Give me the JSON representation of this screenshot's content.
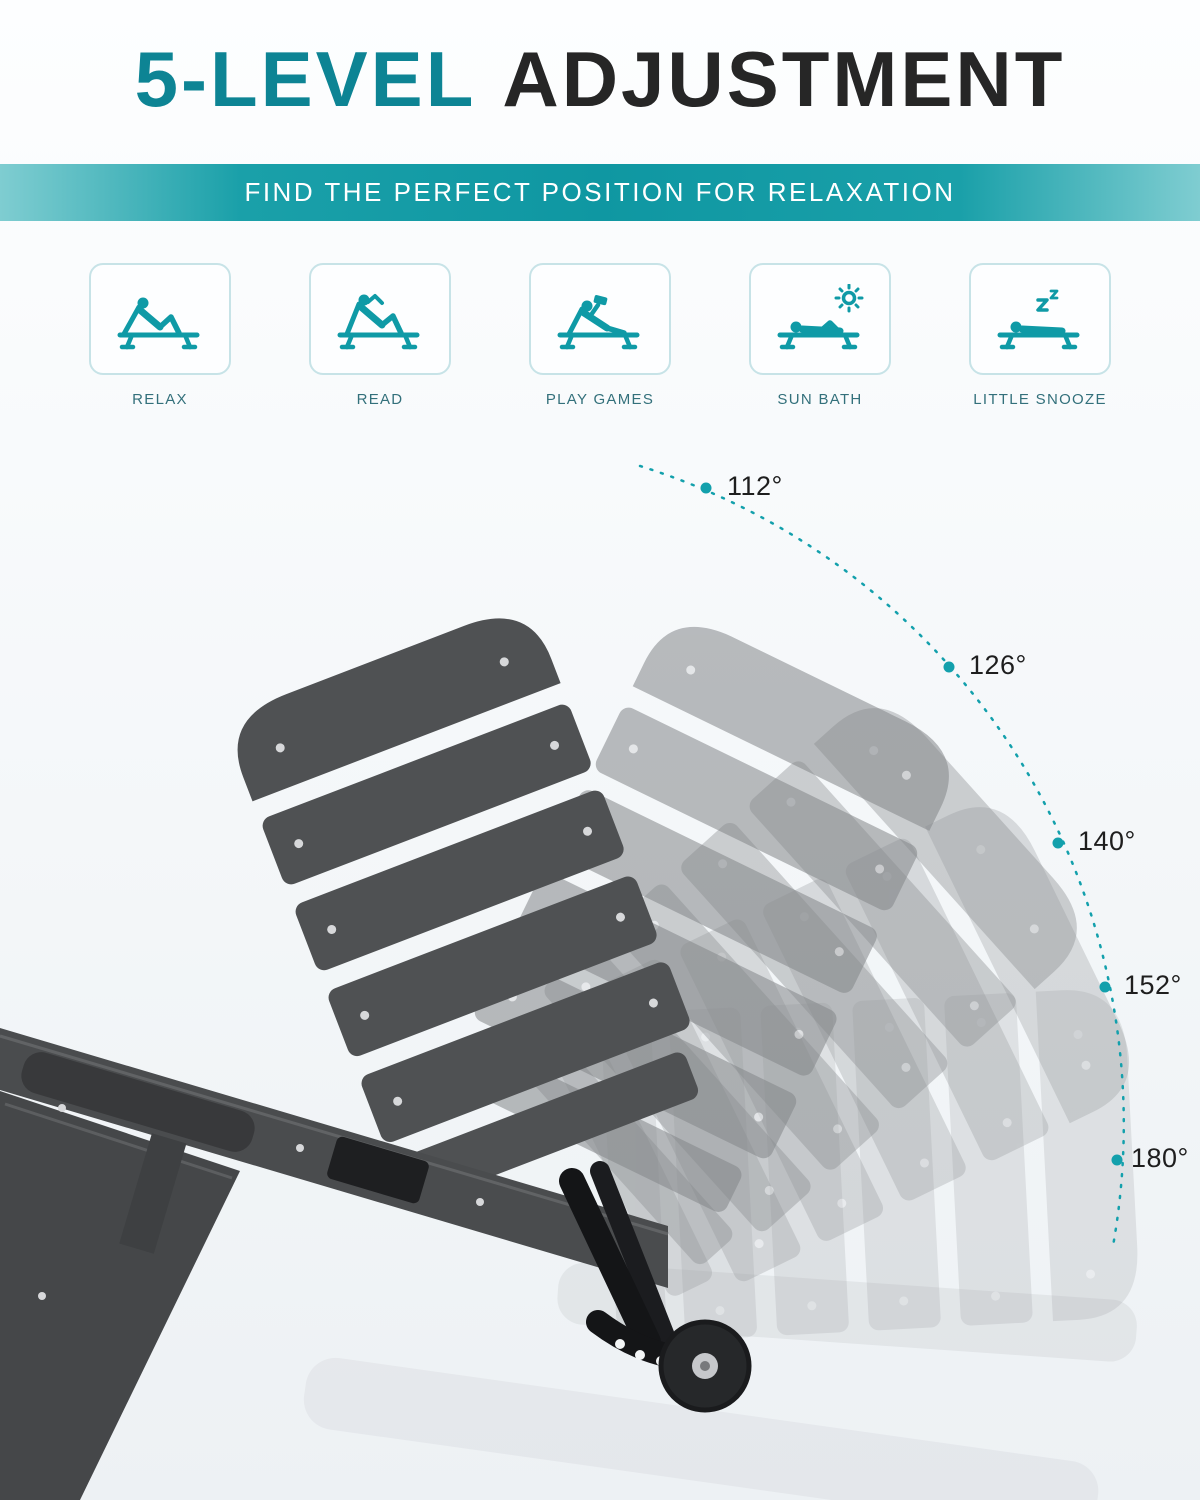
{
  "title": {
    "highlight": "5-LEVEL",
    "rest": "ADJUSTMENT"
  },
  "banner": {
    "text": "FIND THE PERFECT POSITION FOR RELAXATION"
  },
  "features": [
    {
      "label": "RELAX",
      "icon": "relax-lounger-icon"
    },
    {
      "label": "READ",
      "icon": "read-lounger-icon"
    },
    {
      "label": "PLAY GAMES",
      "icon": "play-games-lounger-icon"
    },
    {
      "label": "SUN BATH",
      "icon": "sun-bath-lounger-icon"
    },
    {
      "label": "LITTLE SNOOZE",
      "icon": "little-snooze-lounger-icon"
    }
  ],
  "recline_angles": [
    "112°",
    "126°",
    "140°",
    "152°",
    "180°"
  ],
  "colors": {
    "accent_teal": "#0f97a2",
    "title_teal": "#0d8494",
    "title_dark": "#262626",
    "icon_teal": "#0f9aa6",
    "chair_dark": "#4f5153",
    "chair_black": "#141517"
  }
}
